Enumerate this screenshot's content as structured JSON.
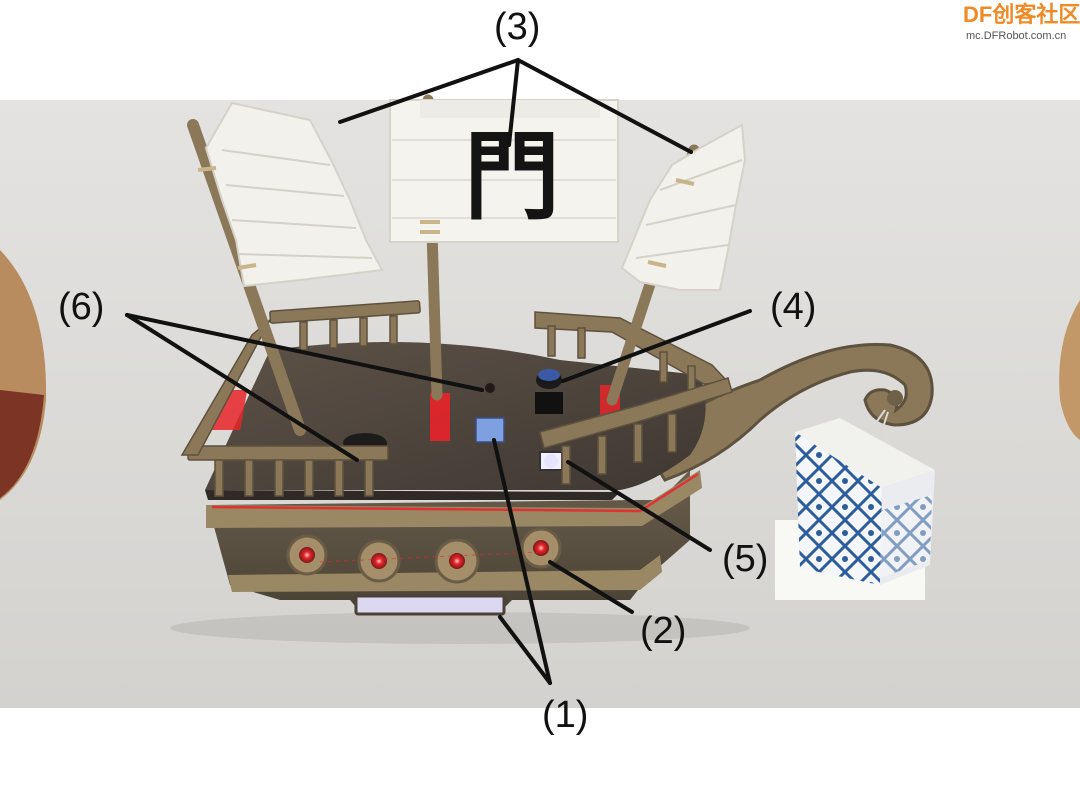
{
  "watermark": {
    "brand_latin": "DF",
    "brand_cjk": "创客社区",
    "url": "mc.DFRobot.com.cn"
  },
  "sail_character": "門",
  "callouts": {
    "c1": "(1)",
    "c2": "(2)",
    "c3": "(3)",
    "c4": "(4)",
    "c5": "(5)",
    "c6": "(6)"
  },
  "colors": {
    "background": "#ffffff",
    "photo_backdrop": "#dcdbd8",
    "cardboard": "#8a7858",
    "cardboard_dark": "#4e4538",
    "sail": "#f3f1ec",
    "red_led": "#e8242a",
    "lantern_blue": "#2b5c9e",
    "leader_line": "#111111",
    "brand_orange": "#f08a24"
  }
}
